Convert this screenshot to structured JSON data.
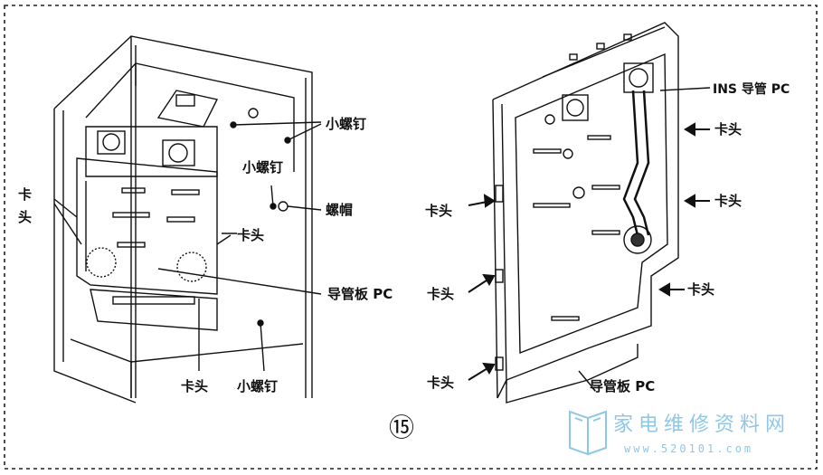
{
  "figure_number": "⑮",
  "left_panel": {
    "labels": {
      "small_screw_top": "小螺钉",
      "small_screw_mid": "小螺钉",
      "nut": "螺帽",
      "clip_left_1": "卡",
      "clip_left_2": "头",
      "clip_right": "卡头",
      "duct_board": "导管板 PC",
      "clip_bottom": "卡头",
      "small_screw_bottom": "小螺钉"
    }
  },
  "right_panel": {
    "labels": {
      "ins_duct": "INS 导管 PC",
      "clip_r1": "卡头",
      "clip_r2": "卡头",
      "clip_r3": "卡头",
      "clip_l1": "卡头",
      "clip_l2": "卡头",
      "clip_l3": "卡头",
      "duct_board": "导管板 PC"
    }
  },
  "watermark": {
    "text": "家电维修资料网",
    "url": "www.520101.com",
    "color": "#8fc7e6"
  }
}
